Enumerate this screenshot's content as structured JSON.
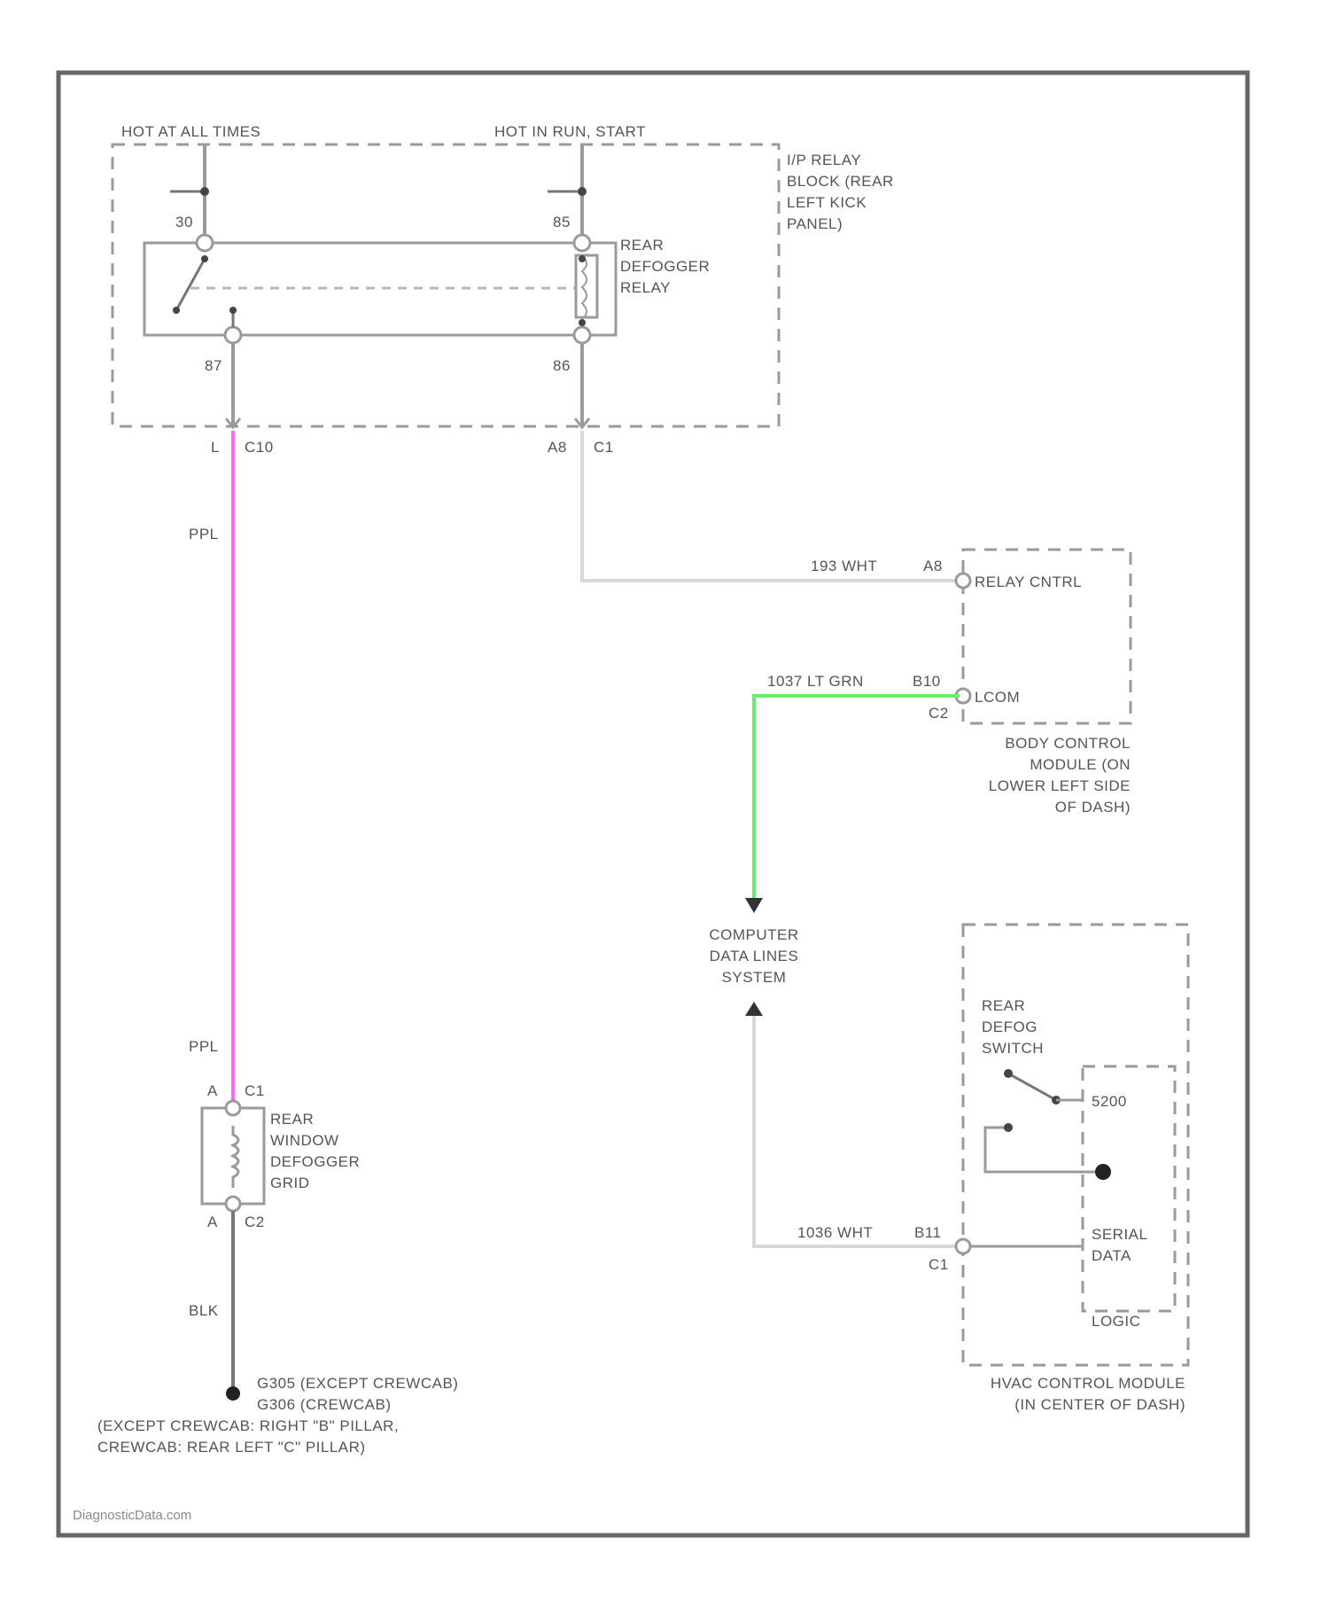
{
  "colors": {
    "frame": "#666666",
    "component_outline": "#9a9a9a",
    "wire_ppl": "#ff66ff",
    "wire_lt_grn": "#66ee66",
    "wire_wht": "#d8d8d8",
    "wire_gray": "#9a9a9a",
    "wire_blk": "#777777",
    "text": "#555555"
  },
  "power": {
    "hot_at_all_times": "HOT AT ALL TIMES",
    "hot_in_run_start": "HOT IN RUN, START"
  },
  "relay_block": {
    "label": [
      "I/P RELAY",
      "BLOCK (REAR",
      "LEFT KICK",
      "PANEL)"
    ],
    "pin_30": "30",
    "pin_85": "85",
    "pin_87": "87",
    "pin_86": "86",
    "conn_left_pin": "L",
    "conn_left_id": "C10",
    "conn_right_pin": "A8",
    "conn_right_id": "C1"
  },
  "relay": {
    "label": [
      "REAR",
      "DEFOGGER",
      "RELAY"
    ]
  },
  "wires": {
    "ppl_top": "PPL",
    "ppl_bottom": "PPL",
    "relay_ctrl": "193 WHT",
    "relay_ctrl_pin": "A8",
    "lt_grn": "1037 LT GRN",
    "lt_grn_pin": "B10",
    "lt_grn_conn": "C2",
    "blk": "BLK",
    "serial_wht": "1036 WHT",
    "serial_pin": "B11",
    "serial_conn": "C1"
  },
  "bcm": {
    "relay_ctrl": "RELAY CNTRL",
    "lcom": "LCOM",
    "label": [
      "BODY CONTROL",
      "MODULE (ON",
      "LOWER LEFT SIDE",
      "OF DASH)"
    ]
  },
  "data_lines": {
    "label": [
      "COMPUTER",
      "DATA LINES",
      "SYSTEM"
    ]
  },
  "grid": {
    "pin_a_top": "A",
    "conn_top": "C1",
    "pin_a_bottom": "A",
    "conn_bottom": "C2",
    "label": [
      "REAR",
      "WINDOW",
      "DEFOGGER",
      "GRID"
    ]
  },
  "ground": {
    "label": [
      "G305 (EXCEPT CREWCAB)",
      "G306 (CREWCAB)"
    ],
    "location": [
      "(EXCEPT CREWCAB: RIGHT \"B\" PILLAR,",
      "CREWCAB: REAR LEFT \"C\" PILLAR)"
    ]
  },
  "hvac": {
    "switch_label": [
      "REAR",
      "DEFOG",
      "SWITCH"
    ],
    "switch_pin": "5200",
    "serial_data": [
      "SERIAL",
      "DATA"
    ],
    "logic": "LOGIC",
    "label": [
      "HVAC CONTROL MODULE",
      "(IN CENTER OF DASH)"
    ]
  },
  "watermark": "DiagnosticData.com"
}
